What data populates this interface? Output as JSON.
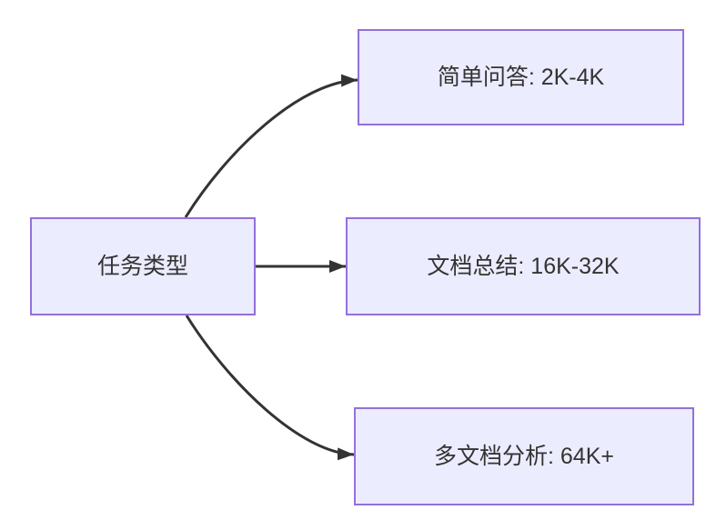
{
  "diagram": {
    "type": "flowchart",
    "direction": "left-to-right",
    "root": {
      "id": "task-type",
      "label": "任务类型"
    },
    "children": [
      {
        "id": "simple-qa",
        "label": "简单问答: 2K-4K"
      },
      {
        "id": "doc-summary",
        "label": "文档总结: 16K-32K"
      },
      {
        "id": "multi-doc",
        "label": "多文档分析: 64K+"
      }
    ],
    "edges": [
      {
        "from": "task-type",
        "to": "simple-qa"
      },
      {
        "from": "task-type",
        "to": "doc-summary"
      },
      {
        "from": "task-type",
        "to": "multi-doc"
      }
    ],
    "colors": {
      "background": "#FFFFFF",
      "node_fill": "#ECECFF",
      "node_border": "#9370DB",
      "edge": "#333333",
      "text": "#333333"
    }
  }
}
